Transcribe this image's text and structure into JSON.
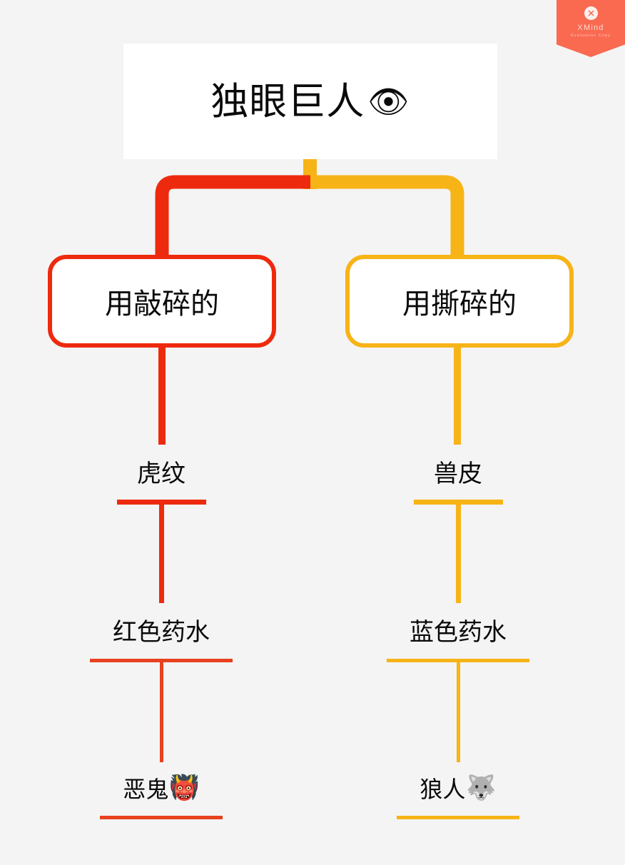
{
  "app": {
    "watermark": {
      "badge_icon": "xmind-x-icon",
      "title": "XMind",
      "subtitle": "Evaluation Copy",
      "color": "#f96a51"
    },
    "background_color": "#f4f4f4"
  },
  "theme": {
    "branch_left_color": "#ee2a0e",
    "branch_right_color": "#f7b417",
    "node_fill": "#ffffff",
    "text_color": "#0a0a0a"
  },
  "mindmap": {
    "root": {
      "label": "独眼巨人",
      "emoji": "👁",
      "emoji_name": "eye-emoji"
    },
    "branches": [
      {
        "side": "left",
        "color": "#ee2a0e",
        "level2": {
          "label": "用敲碎的"
        },
        "level3": {
          "label": "虎纹"
        },
        "level4": {
          "label": "红色药水"
        },
        "level5": {
          "label": "恶鬼",
          "emoji": "👹",
          "emoji_name": "ogre-emoji"
        }
      },
      {
        "side": "right",
        "color": "#f7b417",
        "level2": {
          "label": "用撕碎的"
        },
        "level3": {
          "label": "兽皮"
        },
        "level4": {
          "label": "蓝色药水"
        },
        "level5": {
          "label": "狼人",
          "emoji": "🐺",
          "emoji_name": "wolf-emoji"
        }
      }
    ]
  }
}
